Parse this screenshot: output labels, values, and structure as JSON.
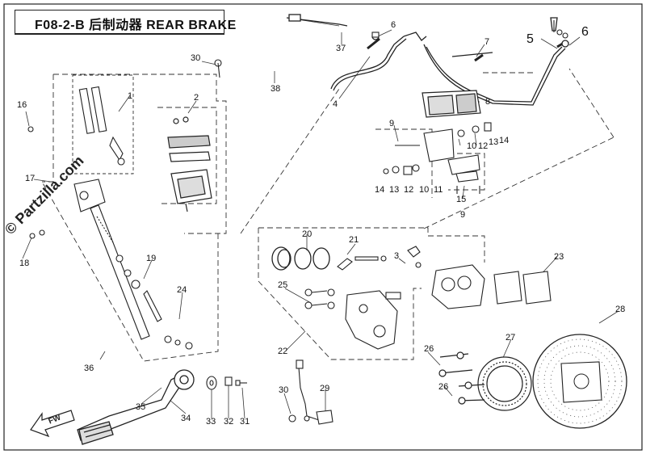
{
  "diagram": {
    "title": "F08-2-B 后制动器 REAR BRAKE",
    "watermark": "© Partzilla.com",
    "fwd_label": "FW",
    "callouts": [
      {
        "id": "c1",
        "text": "1"
      },
      {
        "id": "c2",
        "text": "2"
      },
      {
        "id": "c3",
        "text": "3"
      },
      {
        "id": "c4",
        "text": "4"
      },
      {
        "id": "c5",
        "text": "5"
      },
      {
        "id": "c6a",
        "text": "6"
      },
      {
        "id": "c6b",
        "text": "6"
      },
      {
        "id": "c7",
        "text": "7"
      },
      {
        "id": "c8",
        "text": "8"
      },
      {
        "id": "c9a",
        "text": "9"
      },
      {
        "id": "c9b",
        "text": "9"
      },
      {
        "id": "c10a",
        "text": "10"
      },
      {
        "id": "c10b",
        "text": "10"
      },
      {
        "id": "c11",
        "text": "11"
      },
      {
        "id": "c12a",
        "text": "12"
      },
      {
        "id": "c12b",
        "text": "12"
      },
      {
        "id": "c13a",
        "text": "13"
      },
      {
        "id": "c13b",
        "text": "13"
      },
      {
        "id": "c14a",
        "text": "14"
      },
      {
        "id": "c14b",
        "text": "14"
      },
      {
        "id": "c15",
        "text": "15"
      },
      {
        "id": "c16",
        "text": "16"
      },
      {
        "id": "c17",
        "text": "17"
      },
      {
        "id": "c18",
        "text": "18"
      },
      {
        "id": "c19",
        "text": "19"
      },
      {
        "id": "c20",
        "text": "20"
      },
      {
        "id": "c21",
        "text": "21"
      },
      {
        "id": "c22",
        "text": "22"
      },
      {
        "id": "c23",
        "text": "23"
      },
      {
        "id": "c24",
        "text": "24"
      },
      {
        "id": "c25",
        "text": "25"
      },
      {
        "id": "c26a",
        "text": "26"
      },
      {
        "id": "c26b",
        "text": "26"
      },
      {
        "id": "c27",
        "text": "27"
      },
      {
        "id": "c28",
        "text": "28"
      },
      {
        "id": "c29",
        "text": "29"
      },
      {
        "id": "c30a",
        "text": "30"
      },
      {
        "id": "c30b",
        "text": "30"
      },
      {
        "id": "c31",
        "text": "31"
      },
      {
        "id": "c32",
        "text": "32"
      },
      {
        "id": "c33",
        "text": "33"
      },
      {
        "id": "c34",
        "text": "34"
      },
      {
        "id": "c35",
        "text": "35"
      },
      {
        "id": "c36",
        "text": "36"
      },
      {
        "id": "c37",
        "text": "37"
      },
      {
        "id": "c38",
        "text": "38"
      }
    ]
  }
}
